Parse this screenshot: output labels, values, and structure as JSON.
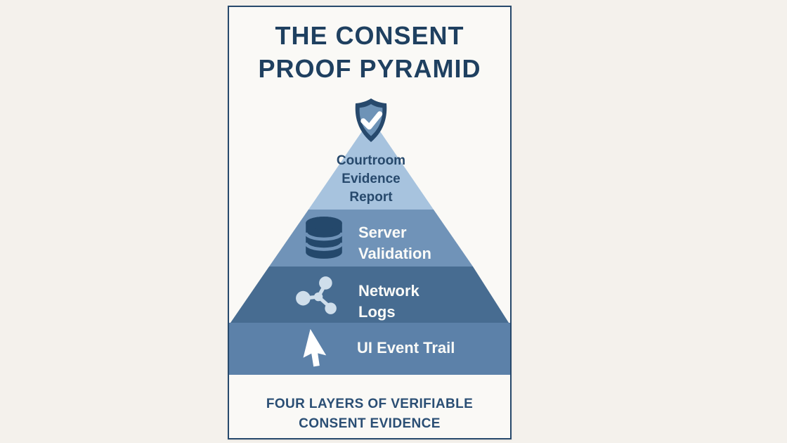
{
  "page": {
    "background_color": "#f4f1ec"
  },
  "card": {
    "background_color": "#faf9f6",
    "border_color": "#27496c",
    "title": "THE CONSENT\nPROOF PYRAMID",
    "footer": "FOUR LAYERS OF VERIFIABLE\nCONSENT EVIDENCE"
  },
  "pyramid": {
    "apex_icon": "shield-check",
    "apex_icon_colors": {
      "outline": "#27496c",
      "fill": "#6e93b7",
      "check": "#ffffff"
    },
    "layers": [
      {
        "label": "Courtroom\nEvidence\nReport",
        "icon": null,
        "color": "#a7c3de",
        "text_color": "#27496c"
      },
      {
        "label": "Server\nValidation",
        "icon": "database",
        "color": "#7093b8",
        "text_color": "#fbfbf8",
        "icon_color": "#24486b"
      },
      {
        "label": "Network\nLogs",
        "icon": "network-nodes",
        "color": "#476c91",
        "text_color": "#fbfbf8",
        "icon_color": "#cfdeeb"
      },
      {
        "label": "UI Event Trail",
        "icon": "cursor-arrow",
        "color": "#5c81a9",
        "text_color": "#fbfbf8",
        "icon_color": "#ffffff"
      }
    ]
  }
}
